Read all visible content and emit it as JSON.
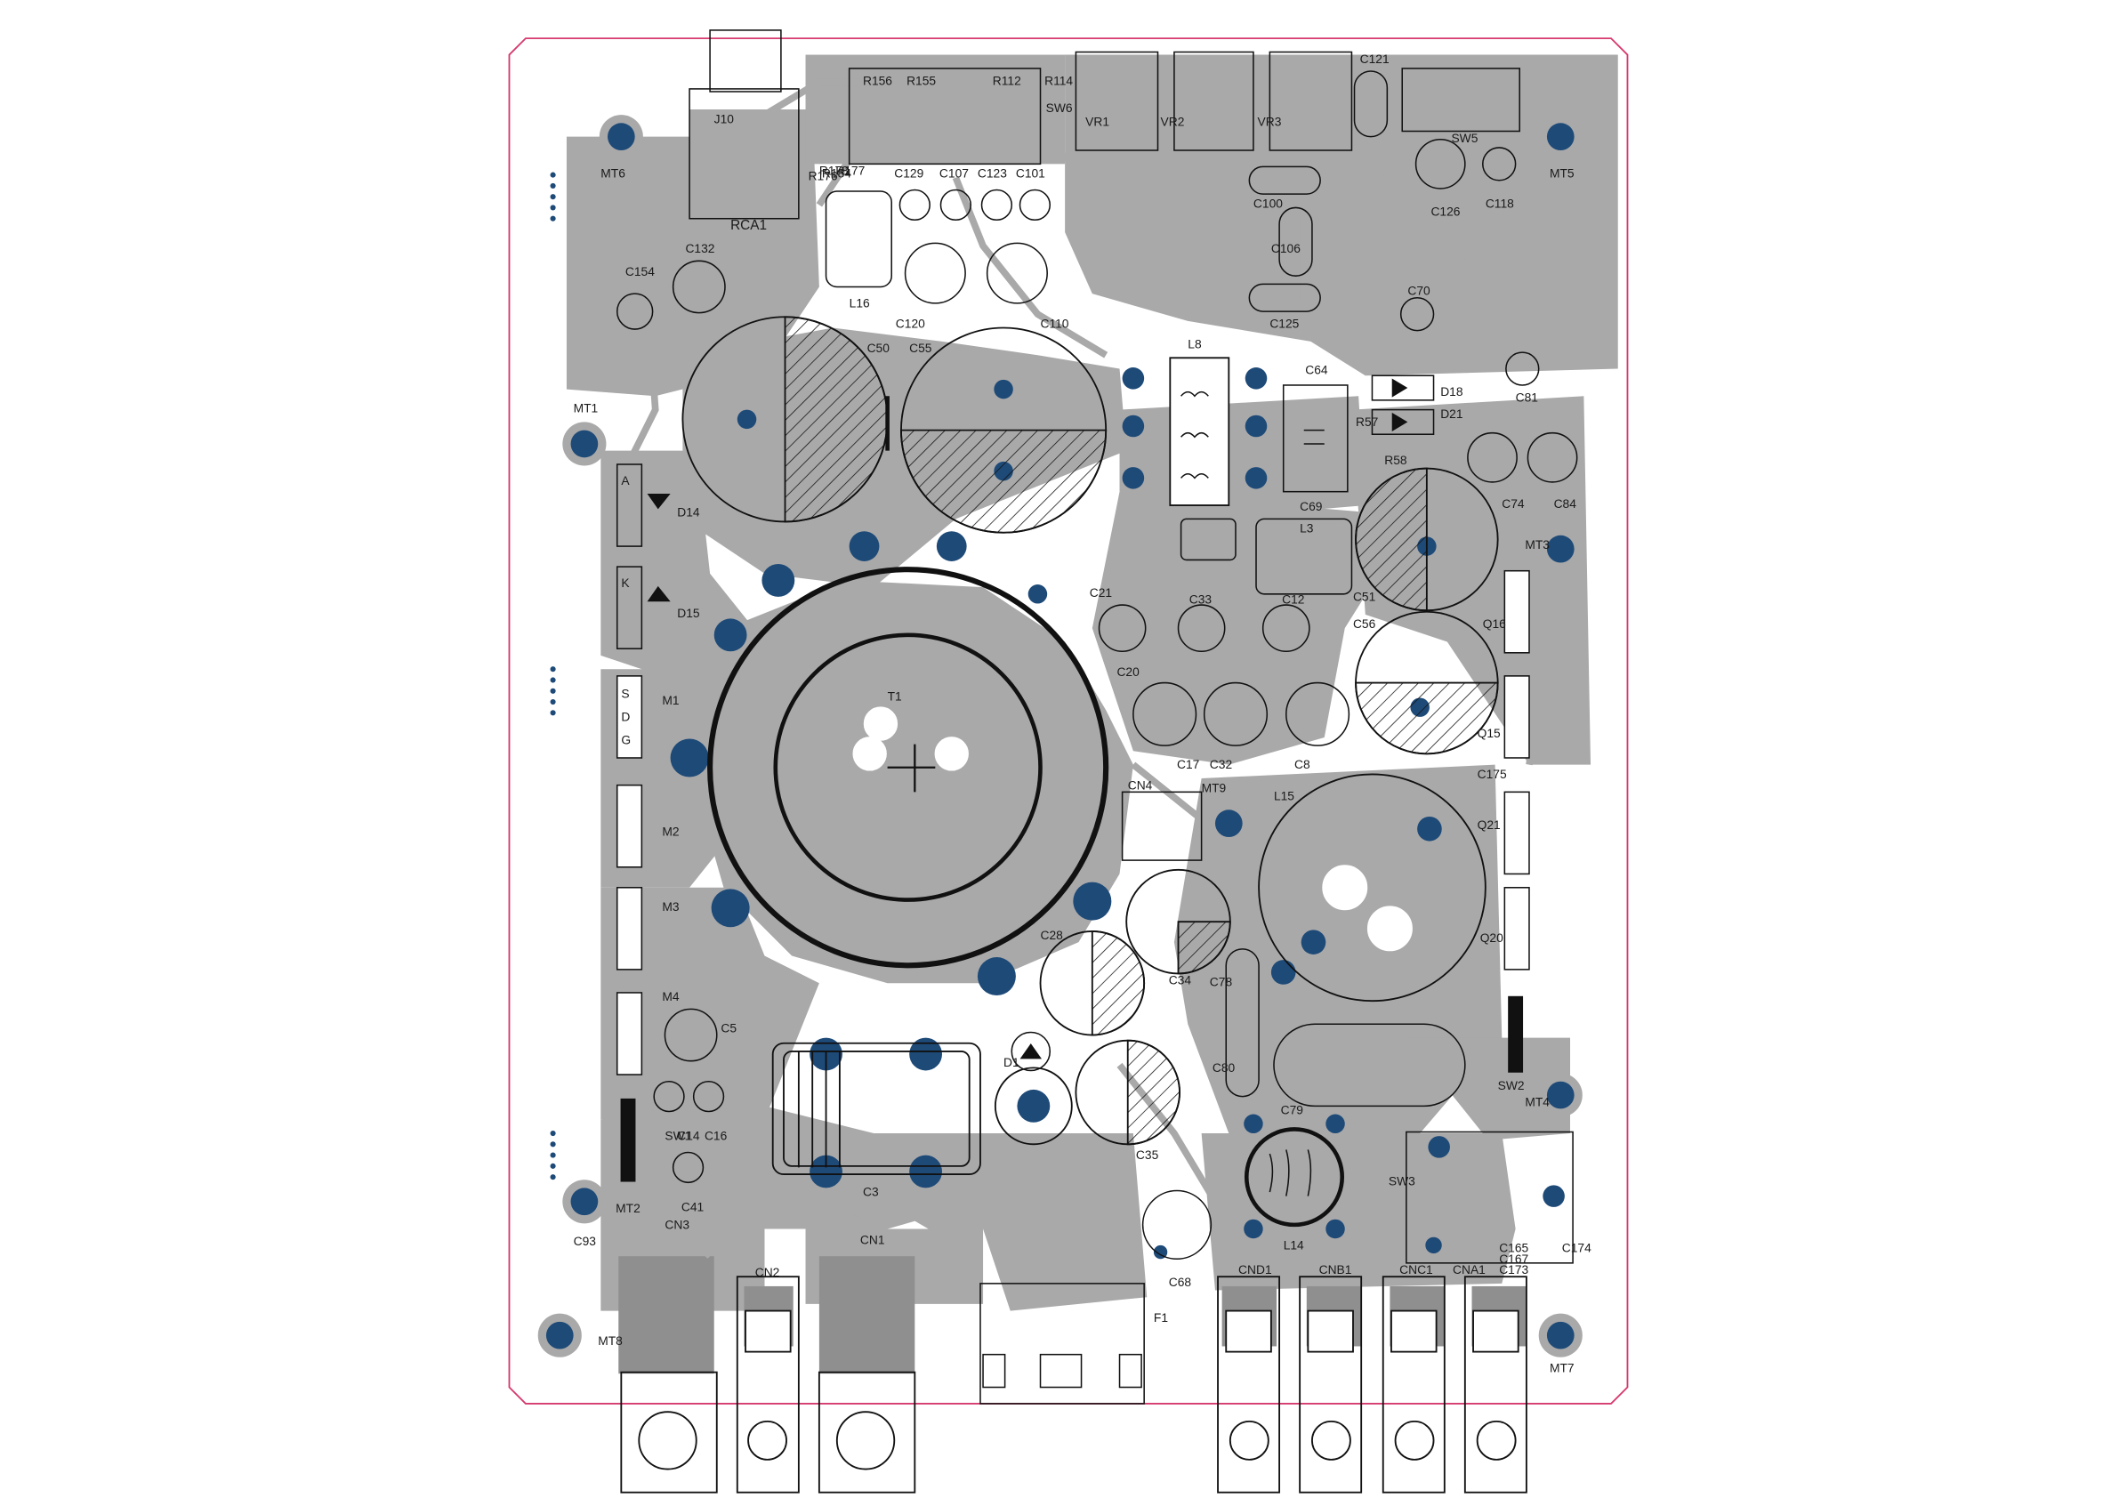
{
  "colors": {
    "copper": "#a9a9a9",
    "copper_dark": "#8f8f8f",
    "via": "#1e4a78",
    "via_ring": "#7a7a7a",
    "outline": "#d63a6e",
    "silk": "#111111",
    "background": "#ffffff"
  },
  "labels": {
    "RCA1": "RCA1",
    "J10": "J10",
    "R176": "R176",
    "R184": "R184",
    "R177": "R177",
    "R178": "R178",
    "R156": "R156",
    "R155": "R155",
    "R112": "R112",
    "R114": "R114",
    "SW6": "SW6",
    "VR1": "VR1",
    "VR2": "VR2",
    "VR3": "VR3",
    "C121": "C121",
    "SW5": "SW5",
    "MT5": "MT5",
    "MT6": "MT6",
    "C129": "C129",
    "C107": "C107",
    "C123": "C123",
    "C101": "C101",
    "C100": "C100",
    "C126": "C126",
    "C118": "C118",
    "L16": "L16",
    "C132": "C132",
    "C154": "C154",
    "C120": "C120",
    "C110": "C110",
    "C55": "C55",
    "C106": "C106",
    "C125": "C125",
    "C70": "C70",
    "C50": "C50",
    "L8": "L8",
    "C64": "C64",
    "D18": "D18",
    "D21": "D21",
    "C81": "C81",
    "R57": "R57",
    "R58": "R58",
    "C74": "C74",
    "C84": "C84",
    "MT1": "MT1",
    "D14": "D14",
    "C69": "C69",
    "L3": "L3",
    "MT3": "MT3",
    "D15": "D15",
    "C21": "C21",
    "C33": "C33",
    "C12": "C12",
    "C51": "C51",
    "C56": "C56",
    "Q16": "Q16",
    "C20": "C20",
    "T1": "T1",
    "M1": "M1",
    "C17": "C17",
    "C32": "C32",
    "C8": "C8",
    "Q15": "Q15",
    "C175": "C175",
    "CN4": "CN4",
    "MT9": "MT9",
    "L15": "L15",
    "Q21": "Q21",
    "M2": "M2",
    "M3": "M3",
    "C28": "C28",
    "C34": "C34",
    "C78": "C78",
    "Q20": "Q20",
    "M4": "M4",
    "C5": "C5",
    "D1": "D1",
    "C80": "C80",
    "SW2": "SW2",
    "MT4": "MT4",
    "SW1": "SW1",
    "C14": "C14",
    "C16": "C16",
    "C35": "C35",
    "C79": "C79",
    "SW3": "SW3",
    "L14": "L14",
    "C41": "C41",
    "MT2": "MT2",
    "C3": "C3",
    "C68": "C68",
    "C93": "C93",
    "CN3": "CN3",
    "CN1": "CN1",
    "CN2": "CN2",
    "F1": "F1",
    "CND1": "CND1",
    "CNB1": "CNB1",
    "CNC1": "CNC1",
    "CNA1": "CNA1",
    "C165": "C165",
    "C167": "C167",
    "C173": "C173",
    "C174": "C174",
    "MT8": "MT8",
    "MT7": "MT7",
    "G": "G",
    "D": "D",
    "S": "S",
    "K": "K",
    "A": "A"
  }
}
